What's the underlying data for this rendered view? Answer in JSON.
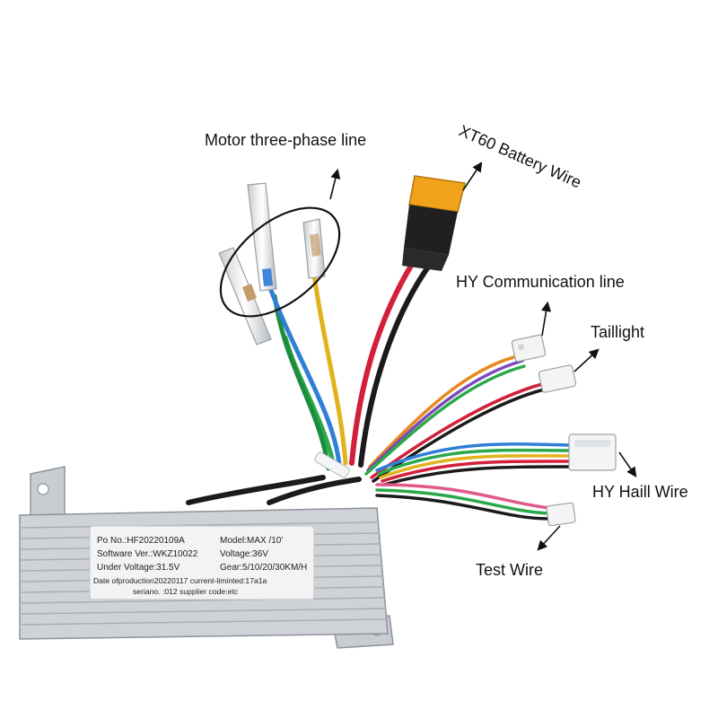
{
  "callouts": {
    "motor": "Motor three-phase line",
    "xt60": "XT60 Battery Wire",
    "hy_comm": "HY Communication line",
    "taillight": "Taillight",
    "hall": "HY Haill Wire",
    "test": "Test Wire"
  },
  "product_label": {
    "po_no": "Po No.:HF20220109A",
    "model": "Model:MAX /10'",
    "software": "Software Ver.:WKZ10022",
    "voltage": "Voltage:36V",
    "under_voltage": "Under Voltage:31.5V",
    "gear": "Gear:5/10/20/30KM/H",
    "date_line": "Date ofproduction20220117 current-liminted:17a1a",
    "serial_line": "seriano. :012 supplier code:etc"
  },
  "colors": {
    "housing": "#cfd3d8",
    "housing_dark": "#9aa0a6",
    "label_bg": "#f3f3f3",
    "wire_red": "#d2203a",
    "wire_black": "#1b1b1b",
    "wire_green": "#2ba84a",
    "wire_blue": "#2f7fd6",
    "wire_yellow": "#e2b21a",
    "wire_orange": "#e8891c",
    "wire_purple": "#7b4bb8",
    "wire_pink": "#e05a8a",
    "connector_xt60": "#f0a21a",
    "connector_white": "#f4f4f4"
  }
}
